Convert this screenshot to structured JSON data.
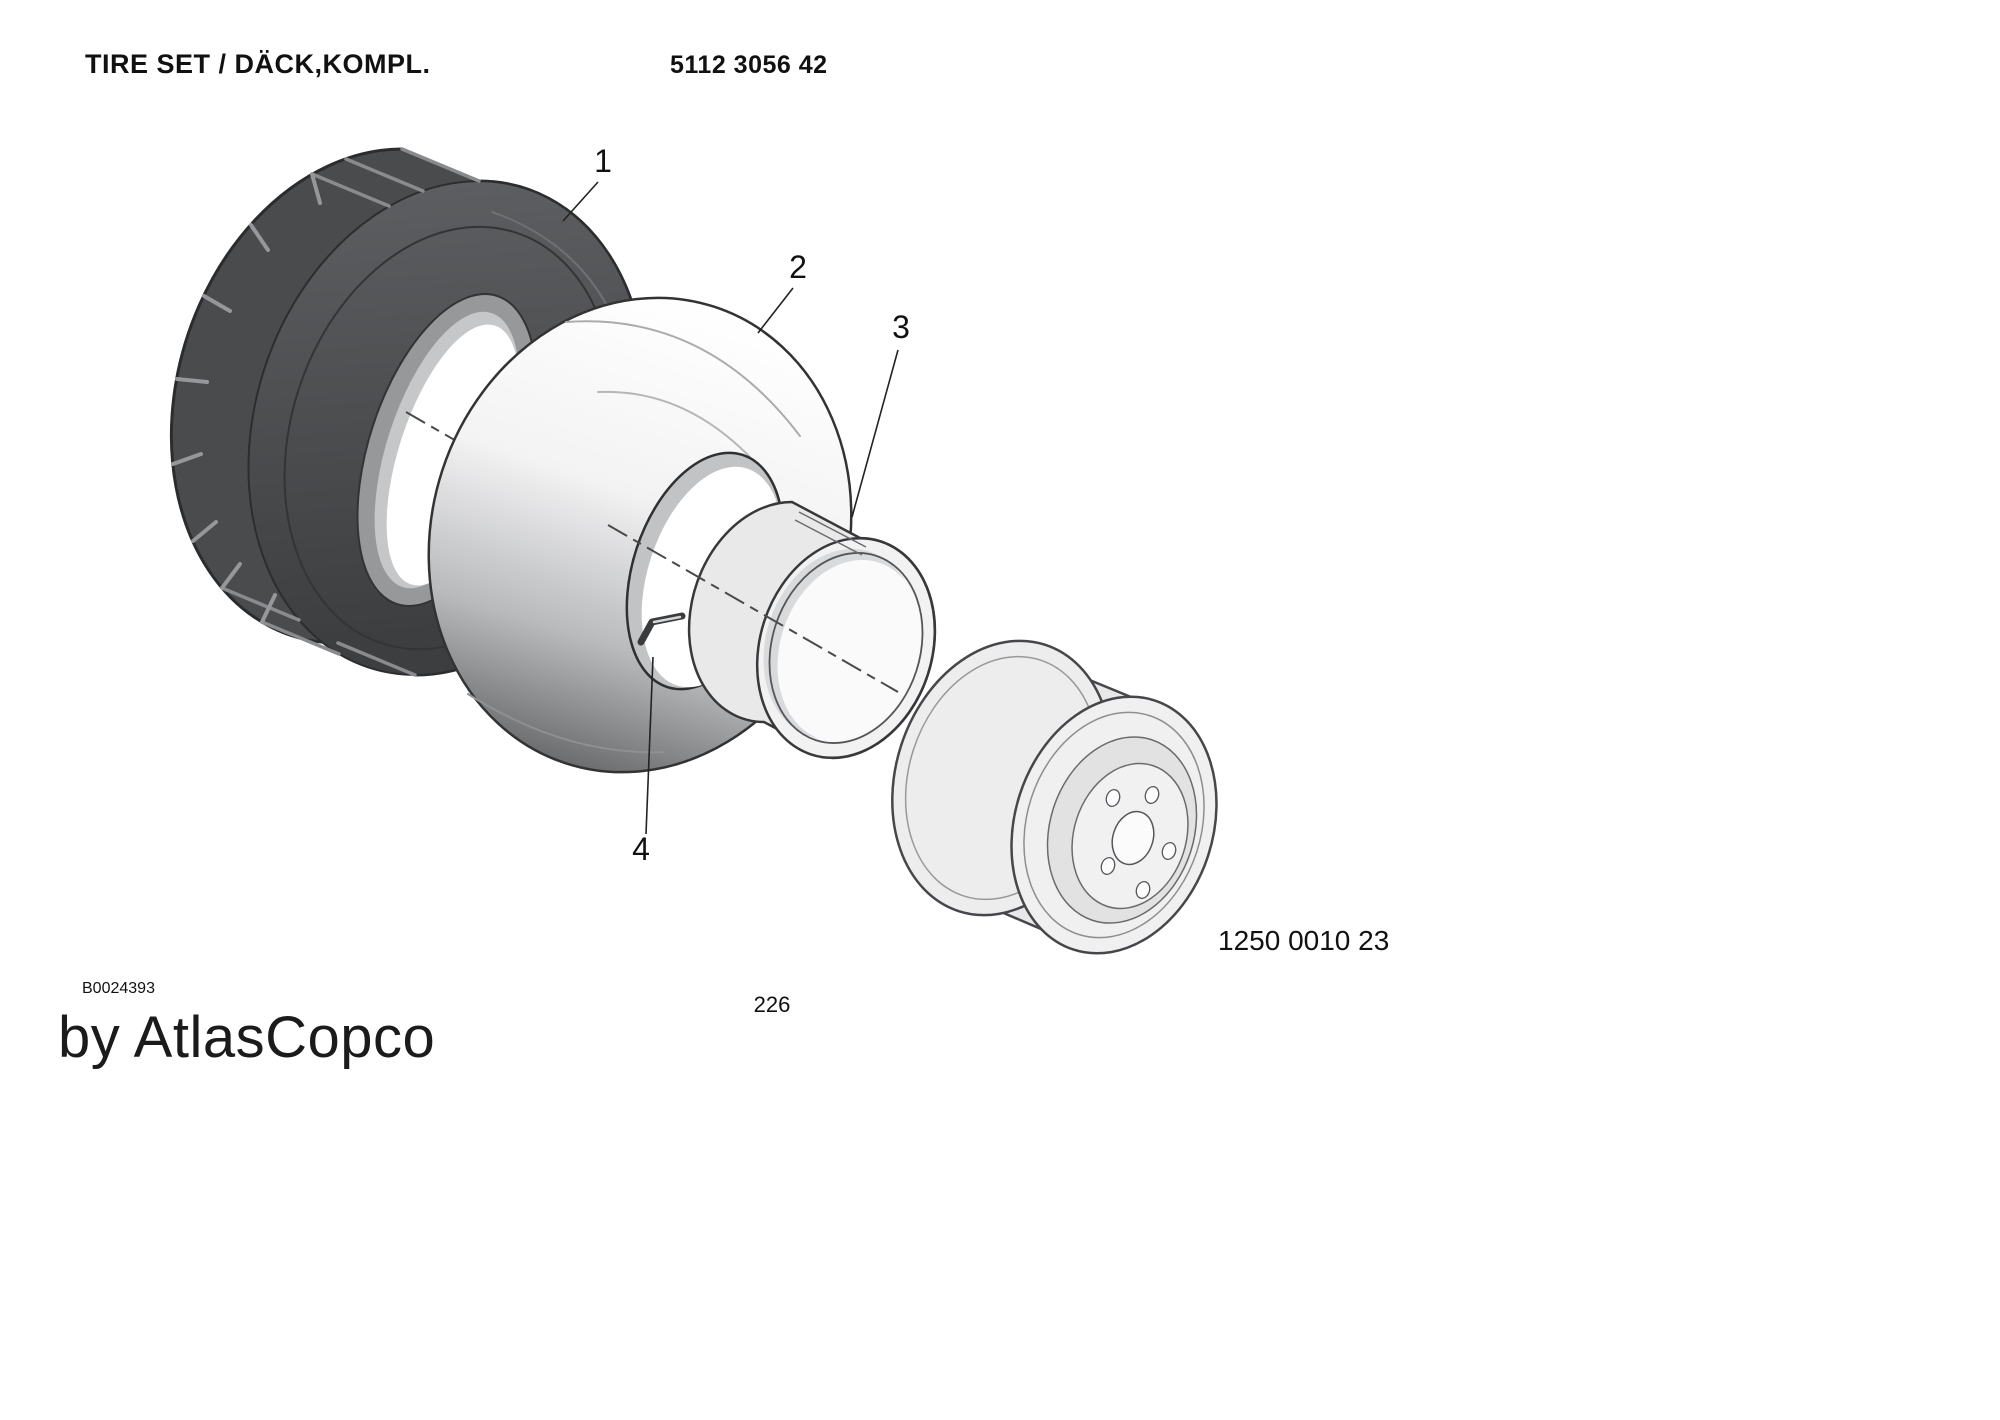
{
  "header": {
    "title": "TIRE SET / DÄCK,KOMPL.",
    "document_number": "5112 3056 42"
  },
  "diagram": {
    "callouts": [
      "1",
      "2",
      "3",
      "4"
    ],
    "rim_part_number": "1250 0010 23"
  },
  "footer": {
    "drawing_ref": "B0024393",
    "page_number": "226",
    "brand_credit": "by AtlasCopco"
  },
  "colors": {
    "ink": "#000000",
    "tire_dark": "#4a4b4d",
    "diagram_line": "#37383a"
  }
}
